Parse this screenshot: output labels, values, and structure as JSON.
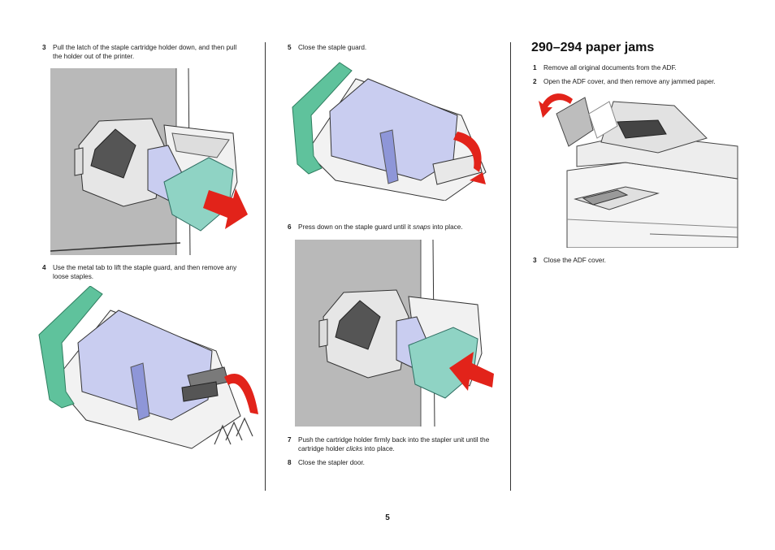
{
  "page_number": "5",
  "column1": {
    "step3": {
      "num": "3",
      "text": "Pull the latch of the staple cartridge holder down, and then pull the holder out of the printer."
    },
    "step4": {
      "num": "4",
      "text": "Use the metal tab to lift the staple guard, and then remove any loose staples."
    }
  },
  "column2": {
    "step5": {
      "num": "5",
      "text": "Close the staple guard."
    },
    "step6": {
      "num": "6",
      "pre": "Press down on the staple guard until it ",
      "em": "snaps",
      "post": " into place."
    },
    "step7": {
      "num": "7",
      "pre": "Push the cartridge holder firmly back into the stapler unit until the cartridge holder ",
      "em": "clicks",
      "post": " into place."
    },
    "step8": {
      "num": "8",
      "text": "Close the stapler door."
    }
  },
  "column3": {
    "heading": "290–294 paper jams",
    "step1": {
      "num": "1",
      "text": "Remove all original documents from the ADF."
    },
    "step2": {
      "num": "2",
      "text": "Open the ADF cover, and then remove any jammed paper."
    },
    "step3": {
      "num": "3",
      "text": "Close the ADF cover."
    }
  },
  "colors": {
    "arrow_red": "#e2231a",
    "guard_green": "#5fc29c",
    "cartridge_teal": "#8fd3c4",
    "holder_lavender": "#c9cdf0",
    "panel_gray": "#b9b9b9"
  }
}
